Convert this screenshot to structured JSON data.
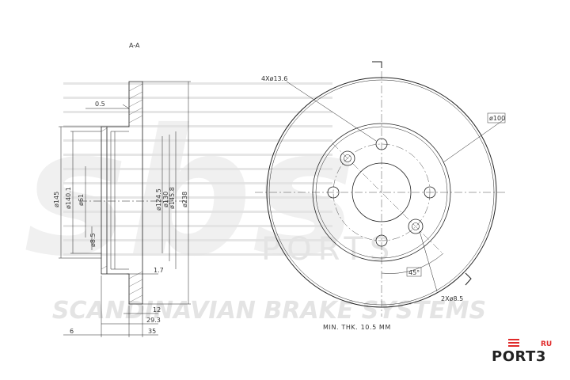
{
  "section_label": "A-A",
  "dimensions": {
    "hole_pattern": "4Xø13.6",
    "center_bore": "ø100",
    "outer_flange_offset": "0.5",
    "d145": "ø145",
    "d140": "ø140.1",
    "d61": "ø61",
    "d8_5": "ø8.5",
    "d124_5": "ø124.5",
    "d130": "ø130",
    "d145_8": "ø145.8",
    "d238": "ø238",
    "thk_1_7": "1.7",
    "w12": "12",
    "w29_3": "29.3",
    "w35": "35",
    "w6": "6",
    "angle": "45°",
    "small_holes": "2Xø8.5",
    "min_thk": "MIN. THK. 10.5 MM"
  },
  "watermark": {
    "logo": "sbs",
    "ports": "PORTS",
    "tagline": "SCANDINAVIAN BRAKE SYSTEMS"
  },
  "brand": {
    "name": "PORT3",
    "suffix": "RU",
    "color": "#e02a2a"
  }
}
